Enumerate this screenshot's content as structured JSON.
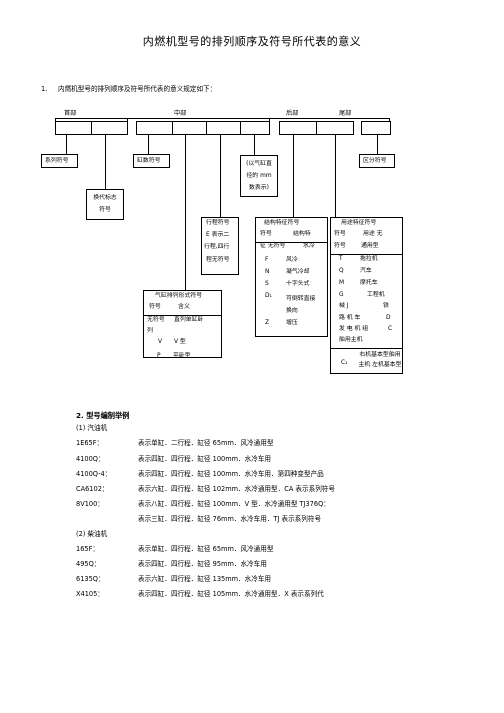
{
  "title": "内燃机型号的排列顺序及符号所代表的意义",
  "intro": {
    "num": "1.",
    "text": "内燃机型号的排列顺序及符号所代表的意义规定如下："
  },
  "diagram": {
    "headers": {
      "head": "首部",
      "middle": "中部",
      "tail": "后部",
      "end": "尾部"
    },
    "series": "系列符号",
    "cyl_count": "缸数符号",
    "bore": [
      "(以气缸直",
      "径的 mm",
      "数表示)"
    ],
    "region": "区分符号",
    "gen_mark": [
      "换代标志",
      "符号"
    ],
    "stroke": [
      "行程符号",
      "E 表示二",
      "行程,四行",
      "程无符号"
    ],
    "structure": {
      "header": "结构特征符号",
      "cols": [
        "符号",
        "结构特"
      ],
      "rows": [
        {
          "sym": "征  无符号",
          "val": "水冷"
        },
        {
          "sym": "F",
          "val": "风冷"
        },
        {
          "sym": "N",
          "val": "凝气冷却"
        },
        {
          "sym": "S",
          "val": "十字头式"
        },
        {
          "sym": "D₁",
          "val": "可倒转直接换向"
        },
        {
          "sym": "Z",
          "val": "增压"
        }
      ]
    },
    "usage": {
      "header": "用途特征符号",
      "cols": [
        "符号",
        "用途  无"
      ],
      "rows": [
        {
          "sym": "符号",
          "val": "通用型"
        },
        {
          "sym": "T",
          "val": "拖拉机"
        },
        {
          "sym": "Q",
          "val": "汽车"
        },
        {
          "sym": "M",
          "val": "摩托车"
        },
        {
          "sym": "G",
          "val": "工程机"
        },
        {
          "sym": "械  J",
          "val": "铁"
        },
        {
          "sym": "路  机  车",
          "val": "D"
        },
        {
          "sym": "发  电  机  组",
          "val": "C"
        },
        {
          "sym": "舶用主机",
          "val": ""
        },
        {
          "sym": "C₁",
          "val": "右机基本型舶用主机 左机基本型"
        }
      ]
    },
    "arrangement": {
      "header": "气缸排列形式符号",
      "cols": [
        "符号",
        "含义"
      ],
      "rows": [
        {
          "sym": "无符号",
          "val": "直列单缸卧"
        },
        {
          "sym": "列",
          "val": ""
        },
        {
          "sym": "V",
          "val": "V 型"
        },
        {
          "sym": "P",
          "val": "平卧型"
        }
      ]
    }
  },
  "section2": {
    "title": "2. 型号编制举例",
    "sub1": "(1)   汽油机",
    "sub2": "(2)   柴油机",
    "examples1": [
      {
        "code": "1E65F：",
        "desc": "表示单缸．二行程．缸径   65mm．风冷通用型"
      },
      {
        "code": "4100Q：",
        "desc": "表示四缸．四行程．缸径   100mm．水冷车用"
      },
      {
        "code": "4100Q-4：",
        "desc": "表示四缸．四行程．缸径   100mm．水冷车用．第四种变型产品"
      },
      {
        "code": "CA6102：",
        "desc": "表示六缸．四行程．缸径   102mm．水冷通用型．CA  表示系列符号"
      },
      {
        "code": "8V100：",
        "desc": "表示八缸．四行程．缸径   100mm．V  型．水冷通用型   TJ376Q："
      },
      {
        "code": "",
        "desc": "表示三缸．四行程．缸径   76mm．水冷车用．TJ  表示系列符号"
      }
    ],
    "examples2": [
      {
        "code": "165F：",
        "desc": "表示单缸．四行程．缸径   65mm．风冷通用型"
      },
      {
        "code": "495Q：",
        "desc": "表示四缸．四行程．缸径   95mm．水冷车用"
      },
      {
        "code": "6135Q：",
        "desc": "表示六缸．四行程．缸径   135mm．水冷车用"
      },
      {
        "code": "X4105：",
        "desc": "表示四缸．四行程．缸径   105mm．水冷通用型．X  表示系列代"
      }
    ]
  }
}
